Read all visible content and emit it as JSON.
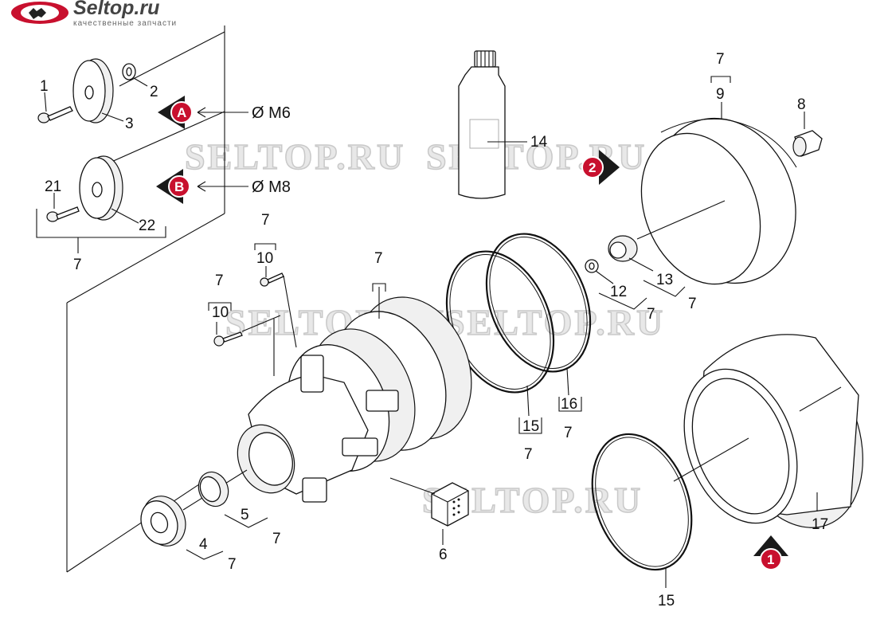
{
  "brand": {
    "name": "Seltop.ru",
    "tagline": "качественные запчасти",
    "watermark": "SELTOP.RU"
  },
  "colors": {
    "badge_red": "#c8102e",
    "arrow_dark": "#1a1a1a",
    "watermark": "#d0d0d0"
  },
  "badges": [
    {
      "letter": "A"
    },
    {
      "letter": "B"
    },
    {
      "letter": "2"
    },
    {
      "letter": "1"
    }
  ],
  "dimensions": {
    "m6": "Ø M6",
    "m8": "Ø M8"
  },
  "callouts": {
    "c1": "1",
    "c2": "2",
    "c3": "3",
    "c21": "21",
    "c22": "22",
    "c7_left": "7",
    "c14": "14",
    "c7_top_right": "7",
    "c9": "9",
    "c8": "8",
    "c7_screw_top": "7",
    "c10_top": "10",
    "c7_screw_left": "7",
    "c10_left": "10",
    "c7_body": "7",
    "c12": "12",
    "c7_12": "7",
    "c13": "13",
    "c7_13": "7",
    "c15_mid": "15",
    "c7_15": "7",
    "c16": "16",
    "c7_16": "7",
    "c5": "5",
    "c7_5": "7",
    "c4": "4",
    "c7_4": "7",
    "c6": "6",
    "c17": "17",
    "c15_bottom": "15"
  }
}
